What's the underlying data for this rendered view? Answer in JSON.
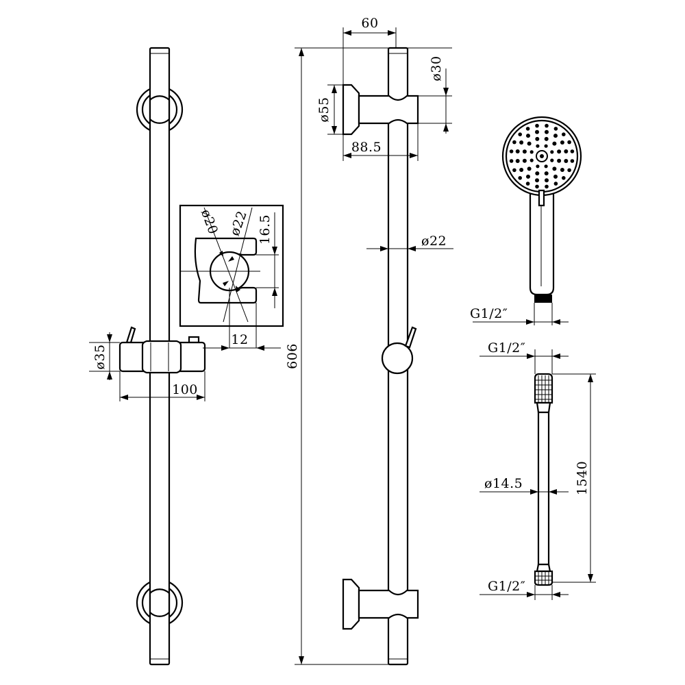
{
  "dimensions": {
    "rail_length": "606",
    "wall_bracket_offset": "60",
    "wall_flange_diameter": "ø55",
    "rail_diameter_top": "ø30",
    "bracket_projection": "88.5",
    "rail_diameter": "ø22",
    "holder_diameter": "ø35",
    "holder_width": "100",
    "holder_inner_diameter": "ø20",
    "holder_outer_diameter": "ø22",
    "holder_opening": "16.5",
    "holder_offset": "12",
    "handshower_thread": "G1/2″",
    "hose_thread_top": "G1/2″",
    "hose_thread_bottom": "G1/2″",
    "hose_length": "1540",
    "hose_diameter": "ø14.5"
  }
}
